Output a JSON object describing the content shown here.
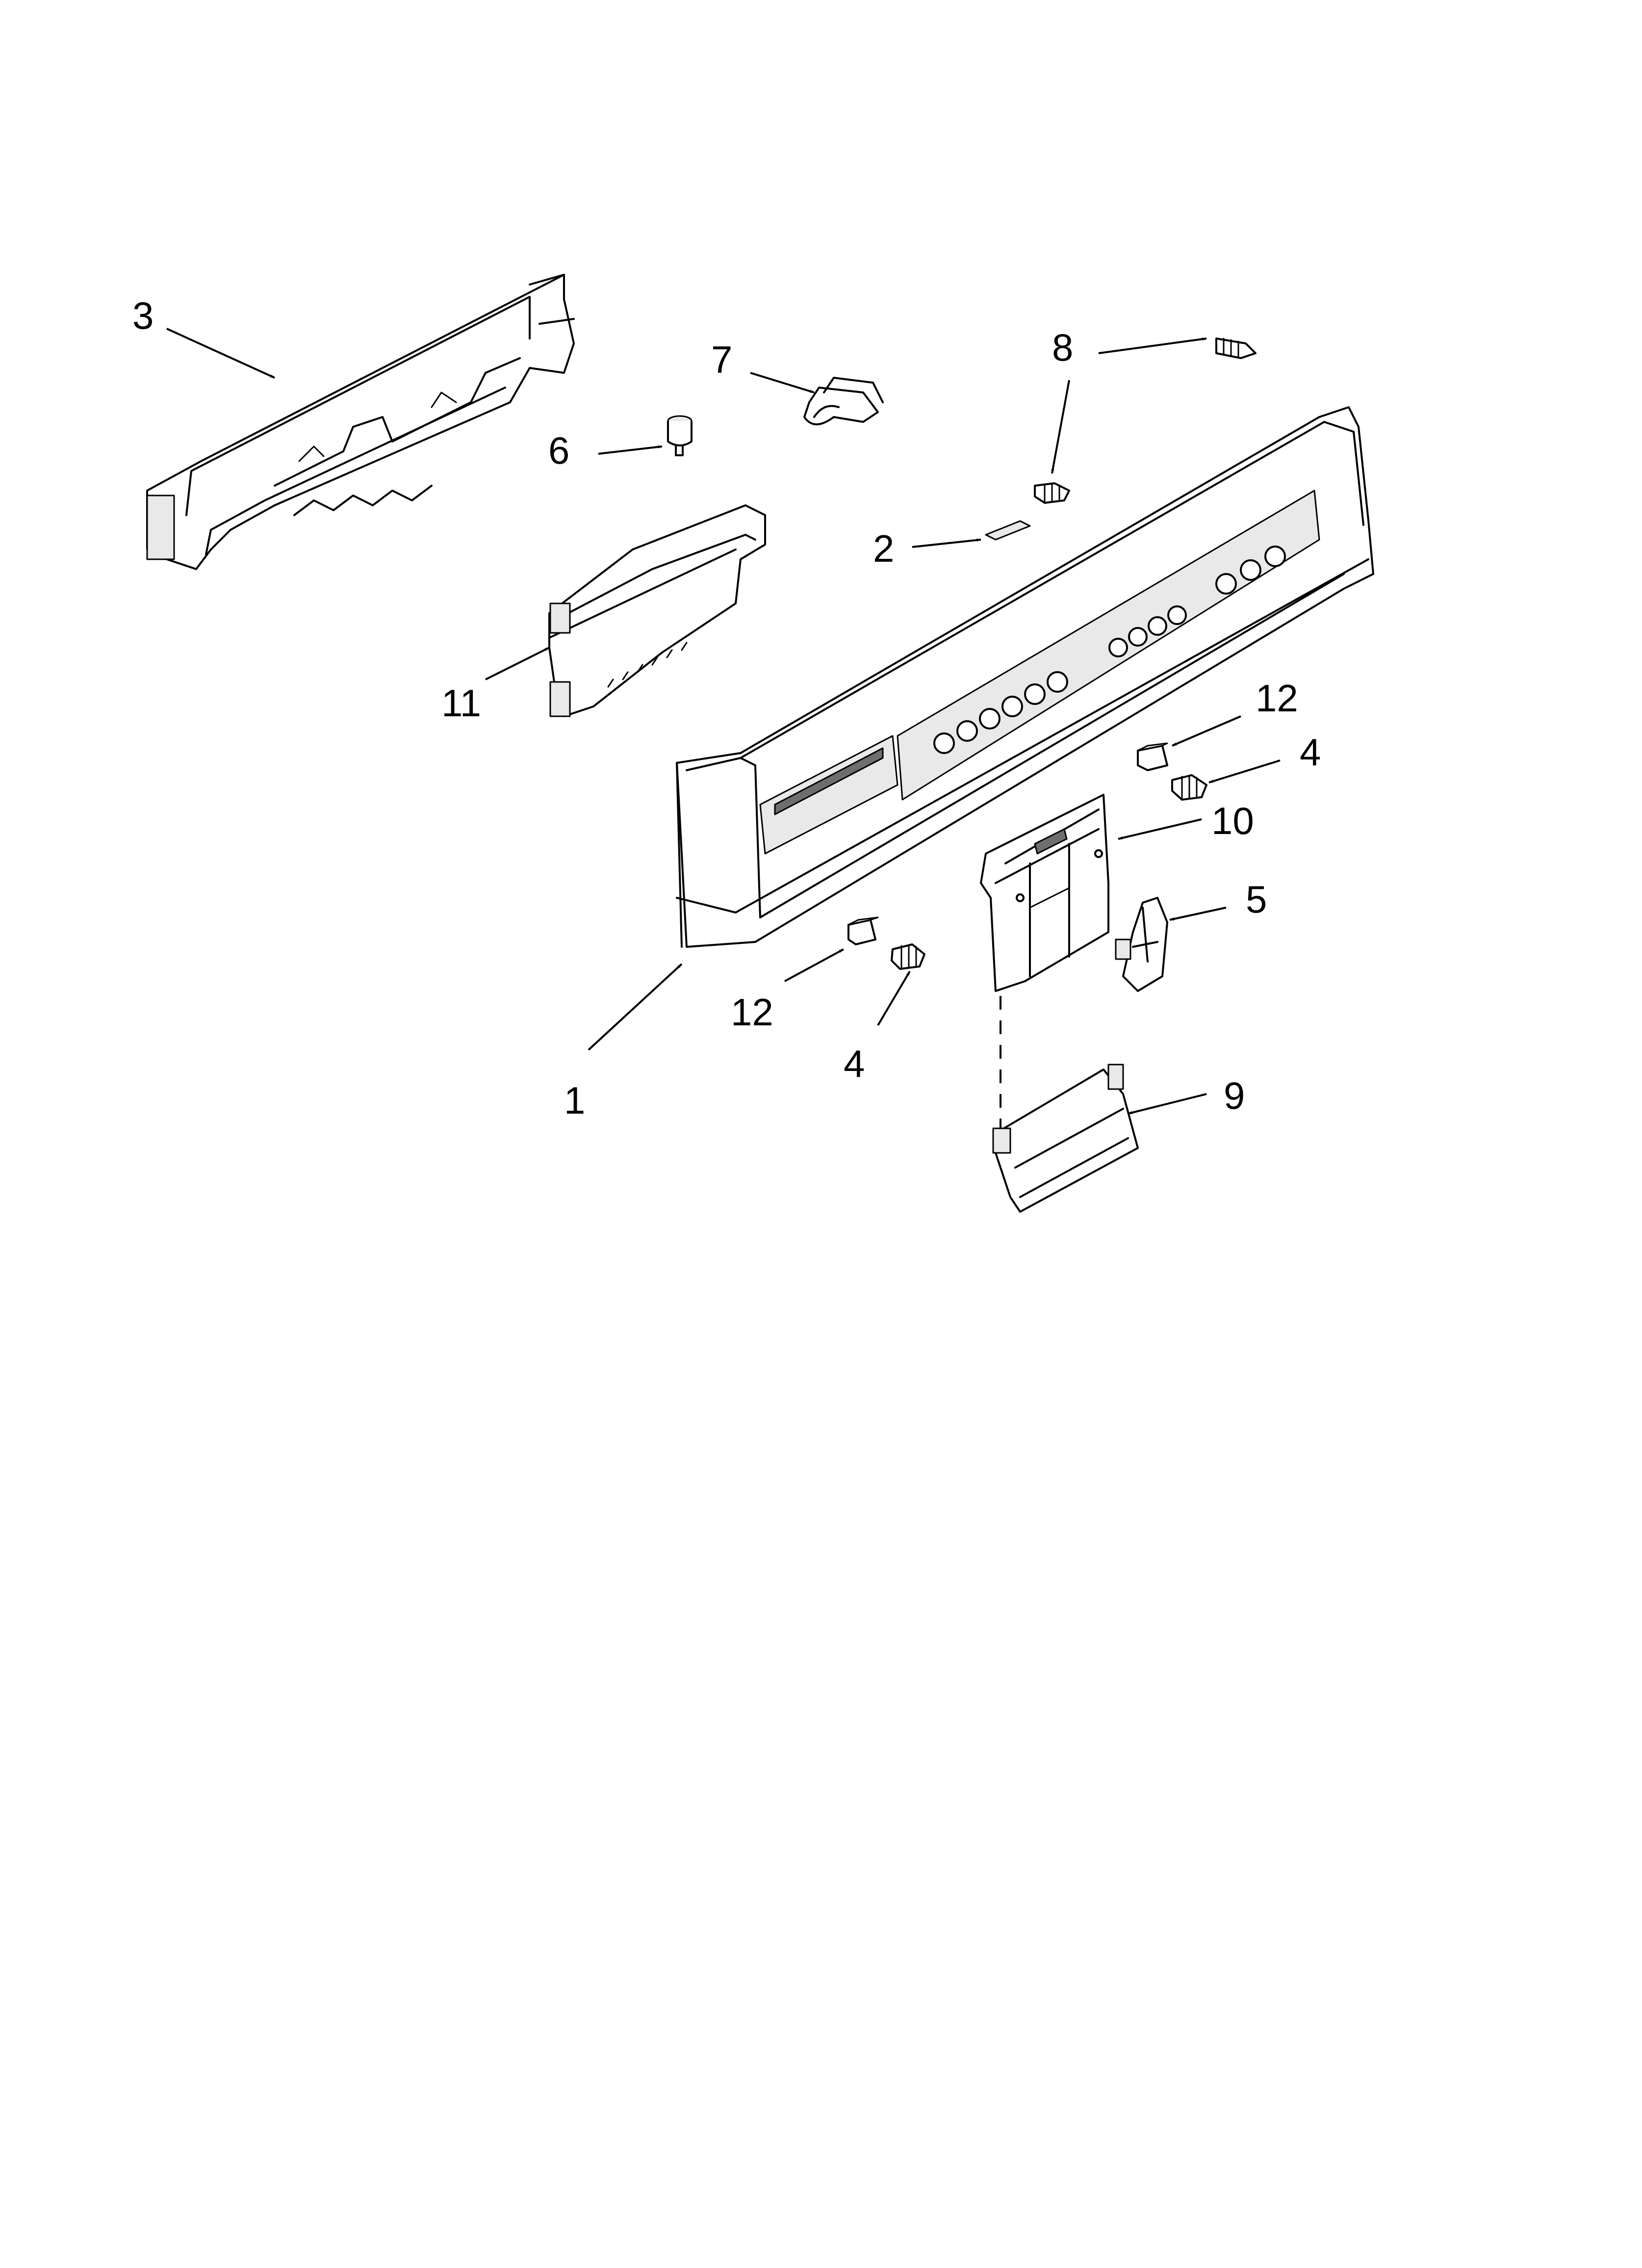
{
  "diagram": {
    "callouts": {
      "c1": "1",
      "c2": "2",
      "c3": "3",
      "c4a": "4",
      "c4b": "4",
      "c5": "5",
      "c6": "6",
      "c7": "7",
      "c8": "8",
      "c9": "9",
      "c10": "10",
      "c11": "11",
      "c12a": "12",
      "c12b": "12"
    }
  }
}
